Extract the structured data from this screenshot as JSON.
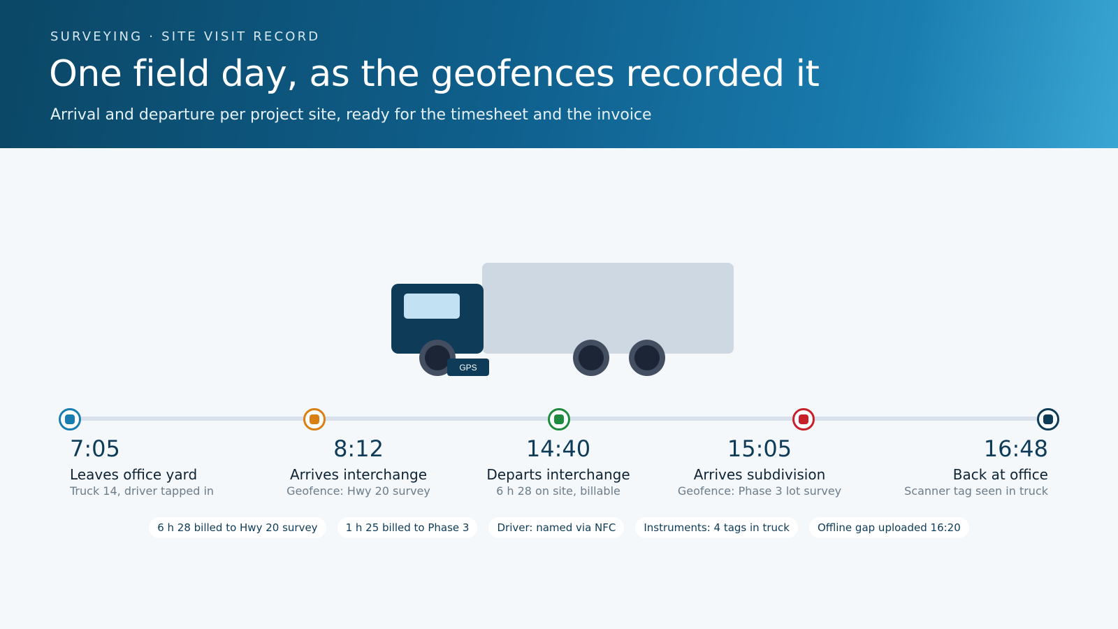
{
  "header": {
    "eyebrow": "SURVEYING · SITE VISIT RECORD",
    "title": "One field day, as the geofences recorded it",
    "subtitle": "Arrival and departure per project site, ready for the timesheet and the invoice"
  },
  "truck": {
    "gps_label": "GPS"
  },
  "timeline": {
    "stops": [
      {
        "time": "7:05",
        "label": "Leaves office yard",
        "detail": "Truck 14, driver tapped in",
        "color": "#1a7db0"
      },
      {
        "time": "8:12",
        "label": "Arrives interchange",
        "detail": "Geofence: Hwy 20 survey",
        "color": "#d98012"
      },
      {
        "time": "14:40",
        "label": "Departs interchange",
        "detail": "6 h 28 on site, billable",
        "color": "#1e8a3e"
      },
      {
        "time": "15:05",
        "label": "Arrives subdivision",
        "detail": "Geofence: Phase 3 lot survey",
        "color": "#c8202a"
      },
      {
        "time": "16:48",
        "label": "Back at office",
        "detail": "Scanner tag seen in truck",
        "color": "#0d3b58"
      }
    ]
  },
  "chips": [
    "6 h 28 billed to Hwy 20 survey",
    "1 h 25 billed to Phase 3",
    "Driver: named via NFC",
    "Instruments: 4 tags in truck",
    "Offline gap uploaded 16:20"
  ]
}
